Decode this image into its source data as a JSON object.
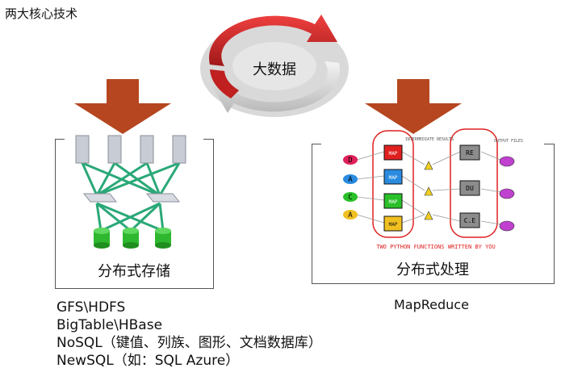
{
  "title": "两大核心技术",
  "center_label": "大数据",
  "left_caption": "分布式存储",
  "right_caption": "分布式处理",
  "storage_list": [
    "GFS\\HDFS",
    "BigTable\\HBase",
    "NoSQL（键值、列族、图形、文档数据库）",
    "NewSQL（如：SQL Azure）"
  ],
  "processing_list": [
    "MapReduce"
  ],
  "mapreduce_diagram": {
    "inputs": [
      "D",
      "A",
      "C",
      "A"
    ],
    "map_label": "MAP",
    "reduce_labels": [
      "RE",
      "DU",
      "C.E"
    ],
    "intermediate_label": "INTERMEDIATE RESULTS",
    "output_label": "OUTPUT FILES",
    "footer": "TWO PYTHON FUNCTIONS WRITTEN BY YOU"
  },
  "colors": {
    "ring_red": "#d42a2a",
    "arrow_brown": "#b5461f",
    "net_green": "#2aa878",
    "disk_green": "#2fb82f",
    "hand_red": "#e02020"
  }
}
